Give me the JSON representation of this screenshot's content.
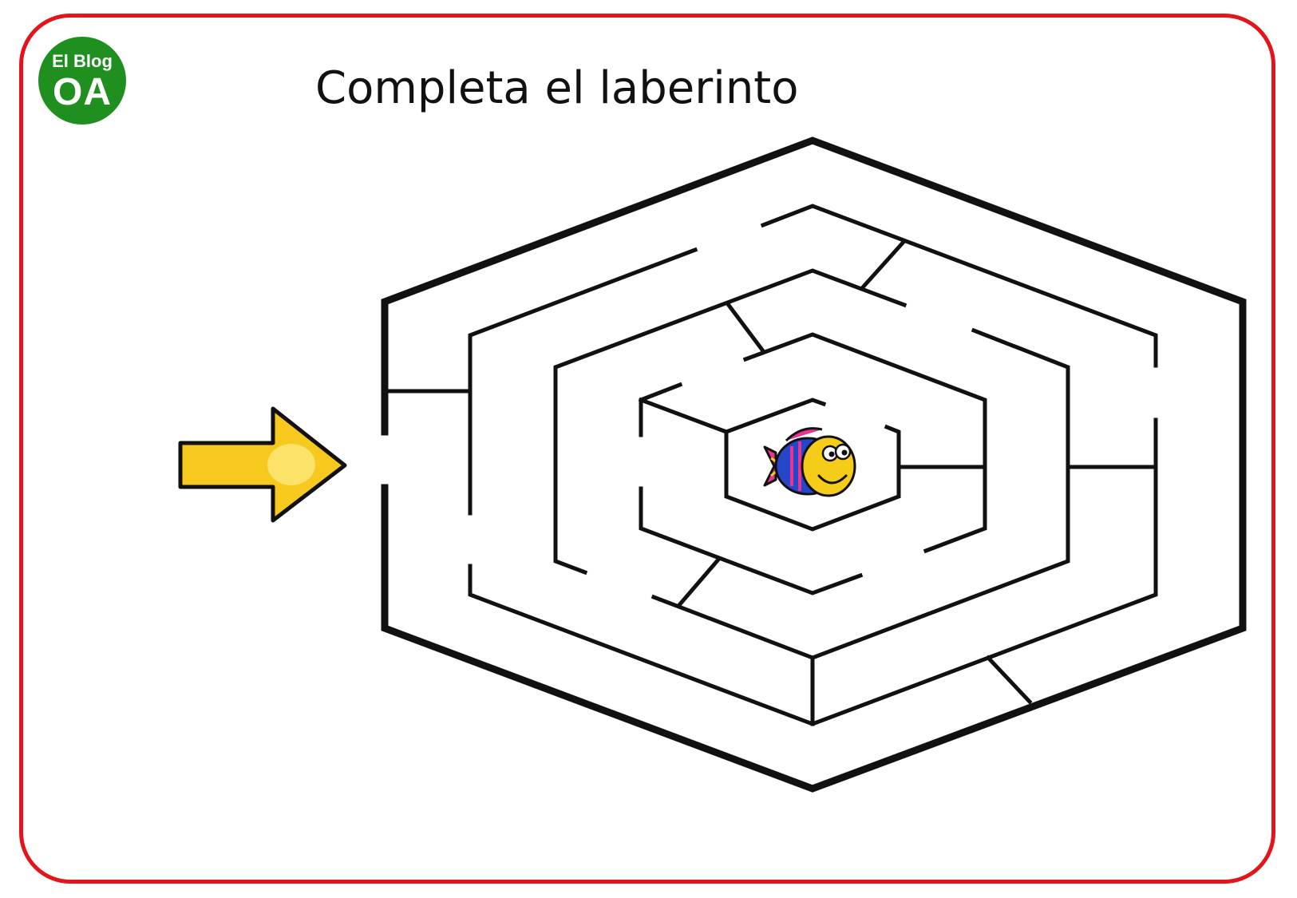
{
  "logo": {
    "line1": "El Blog",
    "line2": "OA"
  },
  "title": "Completa el laberinto",
  "colors": {
    "border": "#e3141a",
    "logo_bg": "#1f8f1f",
    "arrow_fill": "#f7c81e",
    "maze_stroke": "#111111",
    "fish_body": "#f5cc1a",
    "fish_blue": "#2546c9",
    "fish_pink": "#e8358f"
  },
  "icons": [
    "start-arrow-icon",
    "fish-icon"
  ]
}
